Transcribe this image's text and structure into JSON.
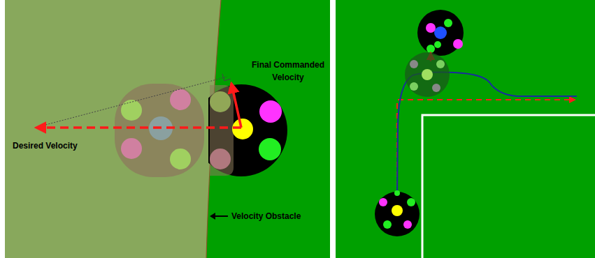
{
  "diagram": {
    "labels": [
      "Final Commanded Velocity",
      "Desired Velocity",
      "Velocity Obstacle"
    ]
  }
}
